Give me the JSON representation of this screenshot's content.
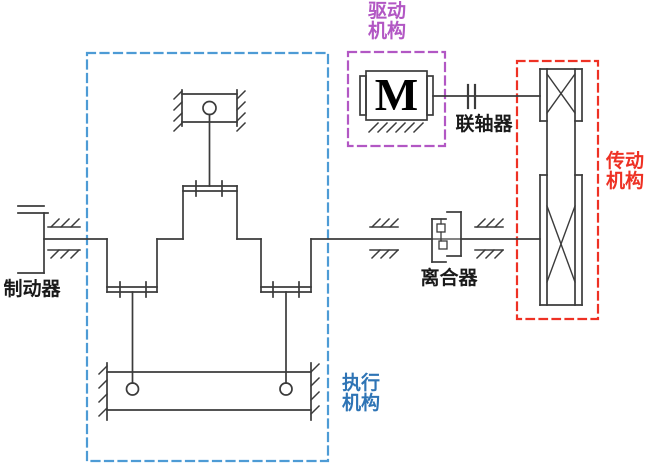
{
  "labels": {
    "drive_mechanism": {
      "line1": "驱动",
      "line2": "机构"
    },
    "transmission_mechanism": {
      "line1": "传动",
      "line2": "机构"
    },
    "actuator_mechanism": {
      "line1": "执行",
      "line2": "机构"
    },
    "coupling": "联轴器",
    "clutch": "离合器",
    "brake": "制动器",
    "motor": "M"
  },
  "colors": {
    "drive_accent": "#b257c4",
    "transmission_accent": "#ee3124",
    "actuator_accent": "#4d9bd5",
    "actuator_text": "#2e74b5",
    "line": "#3b3b3b",
    "background": "#ffffff"
  }
}
